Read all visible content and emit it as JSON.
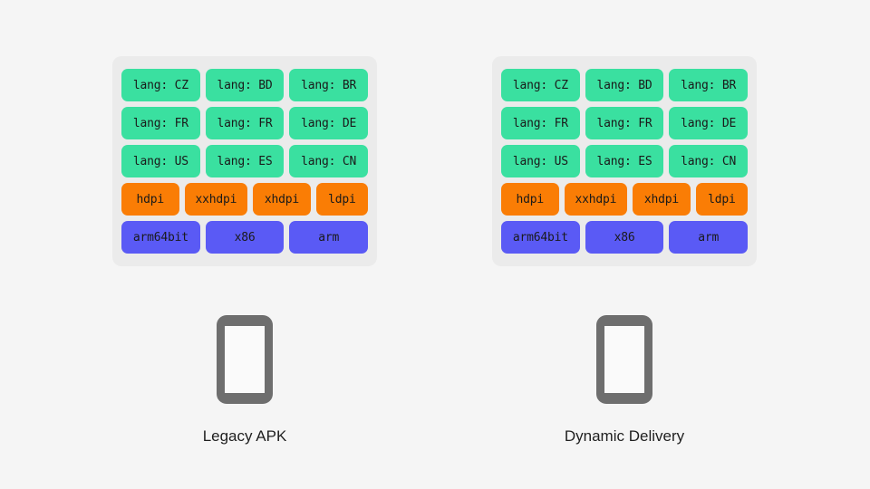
{
  "page": {
    "background_color": "#f5f5f5"
  },
  "colors": {
    "panel_background": "#ebebeb",
    "language_chip": "#3ae0a0",
    "density_chip": "#fa7d05",
    "abi_chip": "#5a5af5",
    "device_body": "#6e6e6e",
    "device_screen": "#fafafa",
    "chip_text": "#1a1a1a",
    "caption_text": "#1f1f1f"
  },
  "panels": [
    {
      "id": "legacy-apk",
      "caption": "Legacy APK",
      "device_icon": "phone-icon",
      "rows": [
        {
          "kind": "language",
          "chips": [
            {
              "label": "lang: CZ"
            },
            {
              "label": "lang: BD"
            },
            {
              "label": "lang: BR"
            }
          ]
        },
        {
          "kind": "language",
          "chips": [
            {
              "label": "lang: FR"
            },
            {
              "label": "lang: FR"
            },
            {
              "label": "lang: DE"
            }
          ]
        },
        {
          "kind": "language",
          "chips": [
            {
              "label": "lang: US"
            },
            {
              "label": "lang: ES"
            },
            {
              "label": "lang: CN"
            }
          ]
        },
        {
          "kind": "density",
          "chips": [
            {
              "label": "hdpi"
            },
            {
              "label": "xxhdpi"
            },
            {
              "label": "xhdpi"
            },
            {
              "label": "ldpi"
            }
          ]
        },
        {
          "kind": "abi",
          "chips": [
            {
              "label": "arm64bit"
            },
            {
              "label": "x86"
            },
            {
              "label": "arm"
            }
          ]
        }
      ]
    },
    {
      "id": "dynamic-delivery",
      "caption": "Dynamic Delivery",
      "device_icon": "phone-icon",
      "rows": [
        {
          "kind": "language",
          "chips": [
            {
              "label": "lang: CZ"
            },
            {
              "label": "lang: BD"
            },
            {
              "label": "lang: BR"
            }
          ]
        },
        {
          "kind": "language",
          "chips": [
            {
              "label": "lang: FR"
            },
            {
              "label": "lang: FR"
            },
            {
              "label": "lang: DE"
            }
          ]
        },
        {
          "kind": "language",
          "chips": [
            {
              "label": "lang: US"
            },
            {
              "label": "lang: ES"
            },
            {
              "label": "lang: CN"
            }
          ]
        },
        {
          "kind": "density",
          "chips": [
            {
              "label": "hdpi"
            },
            {
              "label": "xxhdpi"
            },
            {
              "label": "xhdpi"
            },
            {
              "label": "ldpi"
            }
          ]
        },
        {
          "kind": "abi",
          "chips": [
            {
              "label": "arm64bit"
            },
            {
              "label": "x86"
            },
            {
              "label": "arm"
            }
          ]
        }
      ]
    }
  ]
}
